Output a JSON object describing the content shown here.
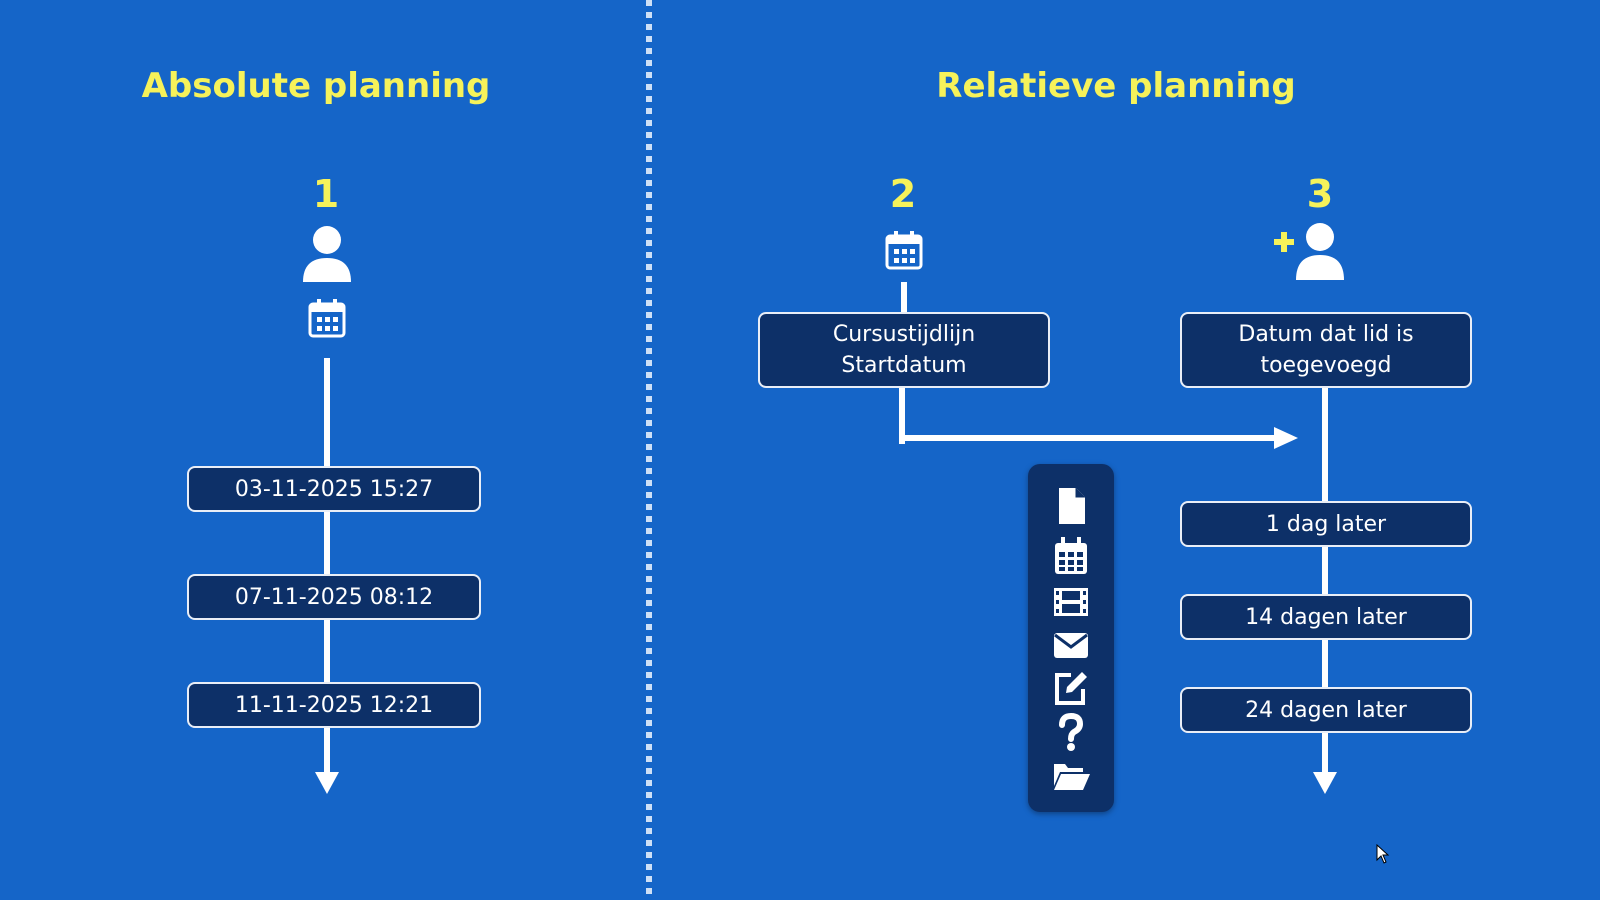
{
  "left": {
    "title": "Absolute planning",
    "marker": "1",
    "dates": [
      "03-11-2025 15:27",
      "07-11-2025 08:12",
      "11-11-2025 12:21"
    ]
  },
  "right": {
    "title": "Relatieve planning",
    "marker_course": "2",
    "marker_member": "3",
    "course_box": {
      "line1": "Cursustijdlijn",
      "line2": "Startdatum"
    },
    "member_box": {
      "line1": "Datum dat lid is",
      "line2": "toegevoegd"
    },
    "offsets": [
      "1 dag later",
      "14 dagen later",
      "24 dagen later"
    ]
  },
  "toolbar_icons": [
    "file-icon",
    "calendar-icon",
    "film-icon",
    "envelope-icon",
    "edit-icon",
    "question-icon",
    "folder-open-icon"
  ],
  "colors": {
    "background": "#1565c8",
    "box": "#0d3068",
    "heading": "#f6f25a"
  }
}
